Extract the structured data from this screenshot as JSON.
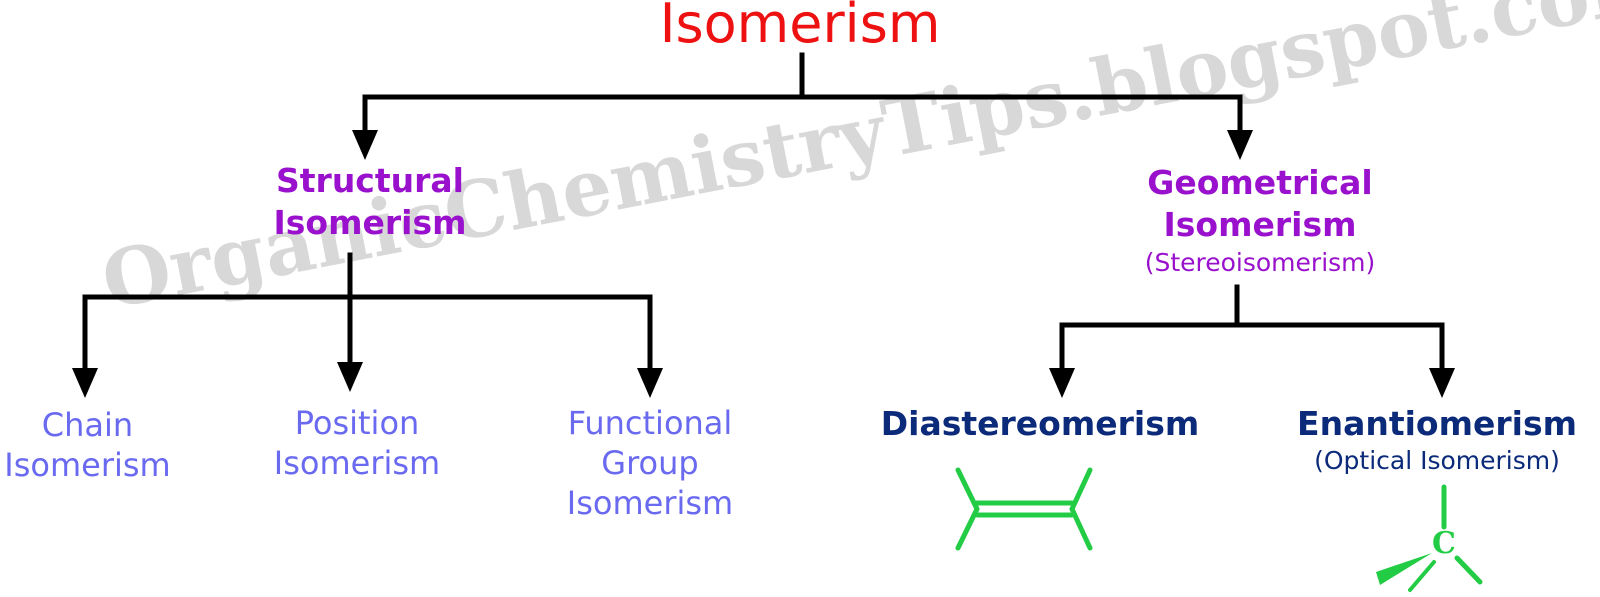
{
  "watermark": "OrganicChemistryTips.blogspot.com",
  "title": "Isomerism",
  "structural": {
    "line1": "Structural",
    "line2": "Isomerism"
  },
  "geometrical": {
    "line1": "Geometrical",
    "line2": "Isomerism",
    "sub": "(Stereoisomerism)"
  },
  "chain": {
    "line1": "Chain",
    "line2": "Isomerism"
  },
  "position": {
    "line1": "Position",
    "line2": "Isomerism"
  },
  "functional": {
    "line1": "Functional",
    "line2": "Group",
    "line3": "Isomerism"
  },
  "diastereo": {
    "label": "Diastereomerism"
  },
  "enantio": {
    "label": "Enantiomerism",
    "sub": "(Optical Isomerism)"
  },
  "carbon": "C",
  "colors": {
    "title": "#ee1111",
    "level1": "#9911cc",
    "structural_children": "#6a6af0",
    "stereo_children": "#0b2a7a",
    "structures": "#22cc44",
    "connectors": "#000000",
    "watermark": "#cccccc"
  }
}
